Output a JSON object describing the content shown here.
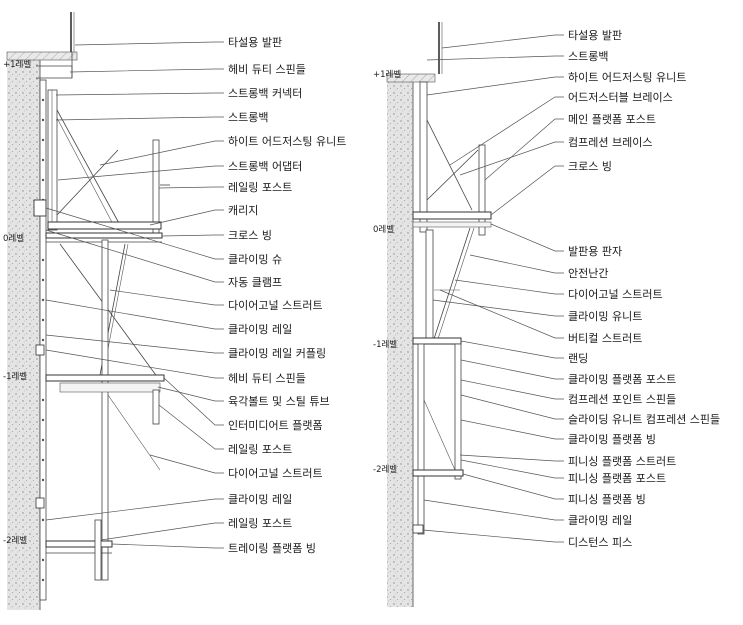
{
  "left": {
    "levels": [
      "+1레벨",
      "0레벨",
      "-1레벨",
      "-2레벨"
    ],
    "labels": [
      "타설용 발판",
      "헤비 듀티 스핀들",
      "스트롱백 커넥터",
      "스트롱백",
      "하이트 어드저스팅 유니트",
      "스트롱백 어댑터",
      "레일링 포스트",
      "캐리지",
      "크로스 빙",
      "클라이밍 슈",
      "자동 클램프",
      "다이어고널 스트러트",
      "클라이밍 레일",
      "클라이밍 레일 커플링",
      "헤비 듀티 스핀들",
      "육각볼트 및 스틸 튜브",
      "인터미디어트 플랫폼",
      "레일링 포스트",
      "다이어고널 스트러트",
      "클라이밍 레일",
      "레일링 포스트",
      "트레이링 플랫폼 빙"
    ]
  },
  "right": {
    "levels": [
      "+1레벨",
      "0레벨",
      "-1레벨",
      "-2레벨"
    ],
    "labels": [
      "타설용 발판",
      "스트롱백",
      "하이트 어드저스팅 유니트",
      "어드저스터블 브레이스",
      "메인 플랫폼 포스트",
      "컴프레션 브레이스",
      "크로스 빙",
      "발판용 판자",
      "안전난간",
      "다이어고널 스트러트",
      "클라이밍 유니트",
      "버티컬 스트러트",
      "랜딩",
      "클라이밍 플랫폼 포스트",
      "컴프레션 포인트 스핀들",
      "슬라이딩 유니트 컴프레션 스핀들",
      "클라이밍 플랫폼 빙",
      "피니싱 플랫폼 스트러트",
      "피니싱 플랫폼 포스트",
      "피니싱 플랫폼 빙",
      "클라이밍 레일",
      "디스턴스 피스"
    ]
  }
}
